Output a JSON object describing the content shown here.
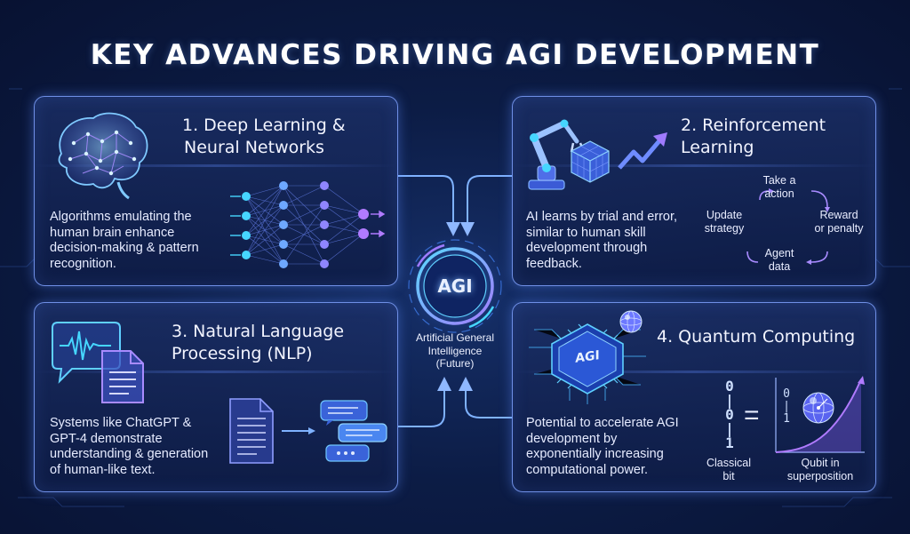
{
  "title": "KEY ADVANCES DRIVING AGI DEVELOPMENT",
  "center": {
    "label": "AGI",
    "caption_lines": [
      "Artificial General",
      "Intelligence",
      "(Future)"
    ]
  },
  "panels": [
    {
      "title_lines": [
        "1. Deep Learning &",
        "Neural Networks"
      ],
      "desc_lines": [
        "Algorithms emulating the",
        "human brain enhance",
        "decision-making & pattern",
        "recognition."
      ],
      "icons": [
        "brain-icon",
        "neural-network-icon"
      ]
    },
    {
      "title_lines": [
        "2. Reinforcement",
        "Learning"
      ],
      "desc_lines": [
        "AI learns by trial and error,",
        "similar to human skill",
        "development through",
        "feedback."
      ],
      "cycle": {
        "top": [
          "Take a",
          "action"
        ],
        "right": [
          "Reward",
          "or penalty"
        ],
        "bottom": [
          "Agent",
          "data"
        ],
        "left": [
          "Update",
          "strategy"
        ]
      },
      "icons": [
        "robot-arm-icon",
        "cube-icon",
        "trend-arrow-icon"
      ]
    },
    {
      "title_lines": [
        "3. Natural Language",
        "Processing (NLP)"
      ],
      "desc_lines": [
        "Systems like ChatGPT &",
        "GPT-4 demonstrate",
        "understanding & generation",
        "of human-like text."
      ],
      "icons": [
        "speech-wave-icon",
        "document-icon",
        "chat-bubbles-icon"
      ]
    },
    {
      "title_lines": [
        "4. Quantum Computing"
      ],
      "desc_lines": [
        "Potential to accelerate AGI",
        "development by",
        "exponentially increasing",
        "computational power."
      ],
      "chip_label": "AGI",
      "classical_bits": [
        "0",
        "|",
        "0",
        "|",
        "1"
      ],
      "qubit_bits": [
        "0",
        "|",
        "1"
      ],
      "equals": "=",
      "classical_label_lines": [
        "Classical",
        "bit"
      ],
      "qubit_label_lines": [
        "Qubit in",
        "superposition"
      ],
      "icons": [
        "ai-chip-icon",
        "qubit-sphere-icon",
        "exponential-curve-icon"
      ]
    }
  ],
  "colors": {
    "background": "#0c1c45",
    "panel_border": "#6f8fe6",
    "cyan": "#46d6ff",
    "purple": "#9f7bff",
    "arrow": "#7fb2ff"
  }
}
